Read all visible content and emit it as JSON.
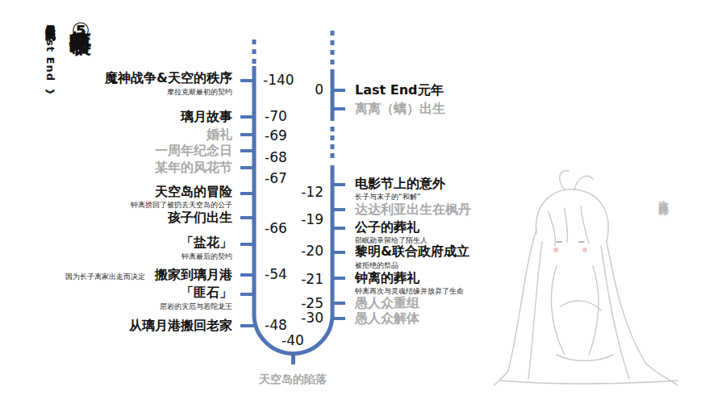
{
  "diagram": {
    "title": "简略事件年表⑤",
    "labels": [
      "用于避免混乱的《Last End》",
      "魔神战争&天空的秩序",
      "摩拉克斯最初的契约",
      "-140",
      "璃月故事",
      "-70",
      "婚礼",
      "-69",
      "一周年纪念日",
      "-68",
      "某年的风花节",
      "-67",
      "天空岛的冒险",
      "钟离捞回了被扔去天空岛的公子",
      "孩子们出生",
      "-66",
      "「盐花」",
      "钟离最后的契约",
      "因为长子离家出走而决定",
      "搬家到璃月港",
      "-54",
      "「匪石」",
      "层岩的灾厄与若陀龙王",
      "从璃月港搬回老家",
      "-48",
      "-40",
      "天空岛的陷落",
      "0",
      "Last End元年",
      "离离（螭）出生",
      "电影节上的意外",
      "长子与末子的“和解”",
      "-12",
      "达达利亚出生在枫丹",
      "-19",
      "公子的葬礼",
      "邵眠勋章留给了陌生人",
      "-20",
      "黎明&联合政府成立",
      "被拒绝的祭品",
      "-21",
      "钟离的葬礼",
      "钟离再次与灵魂结缘并放弃了生命",
      "-25",
      "愚人众重组",
      "-30",
      "愚人众解体",
      "大致来说是这样"
    ]
  }
}
